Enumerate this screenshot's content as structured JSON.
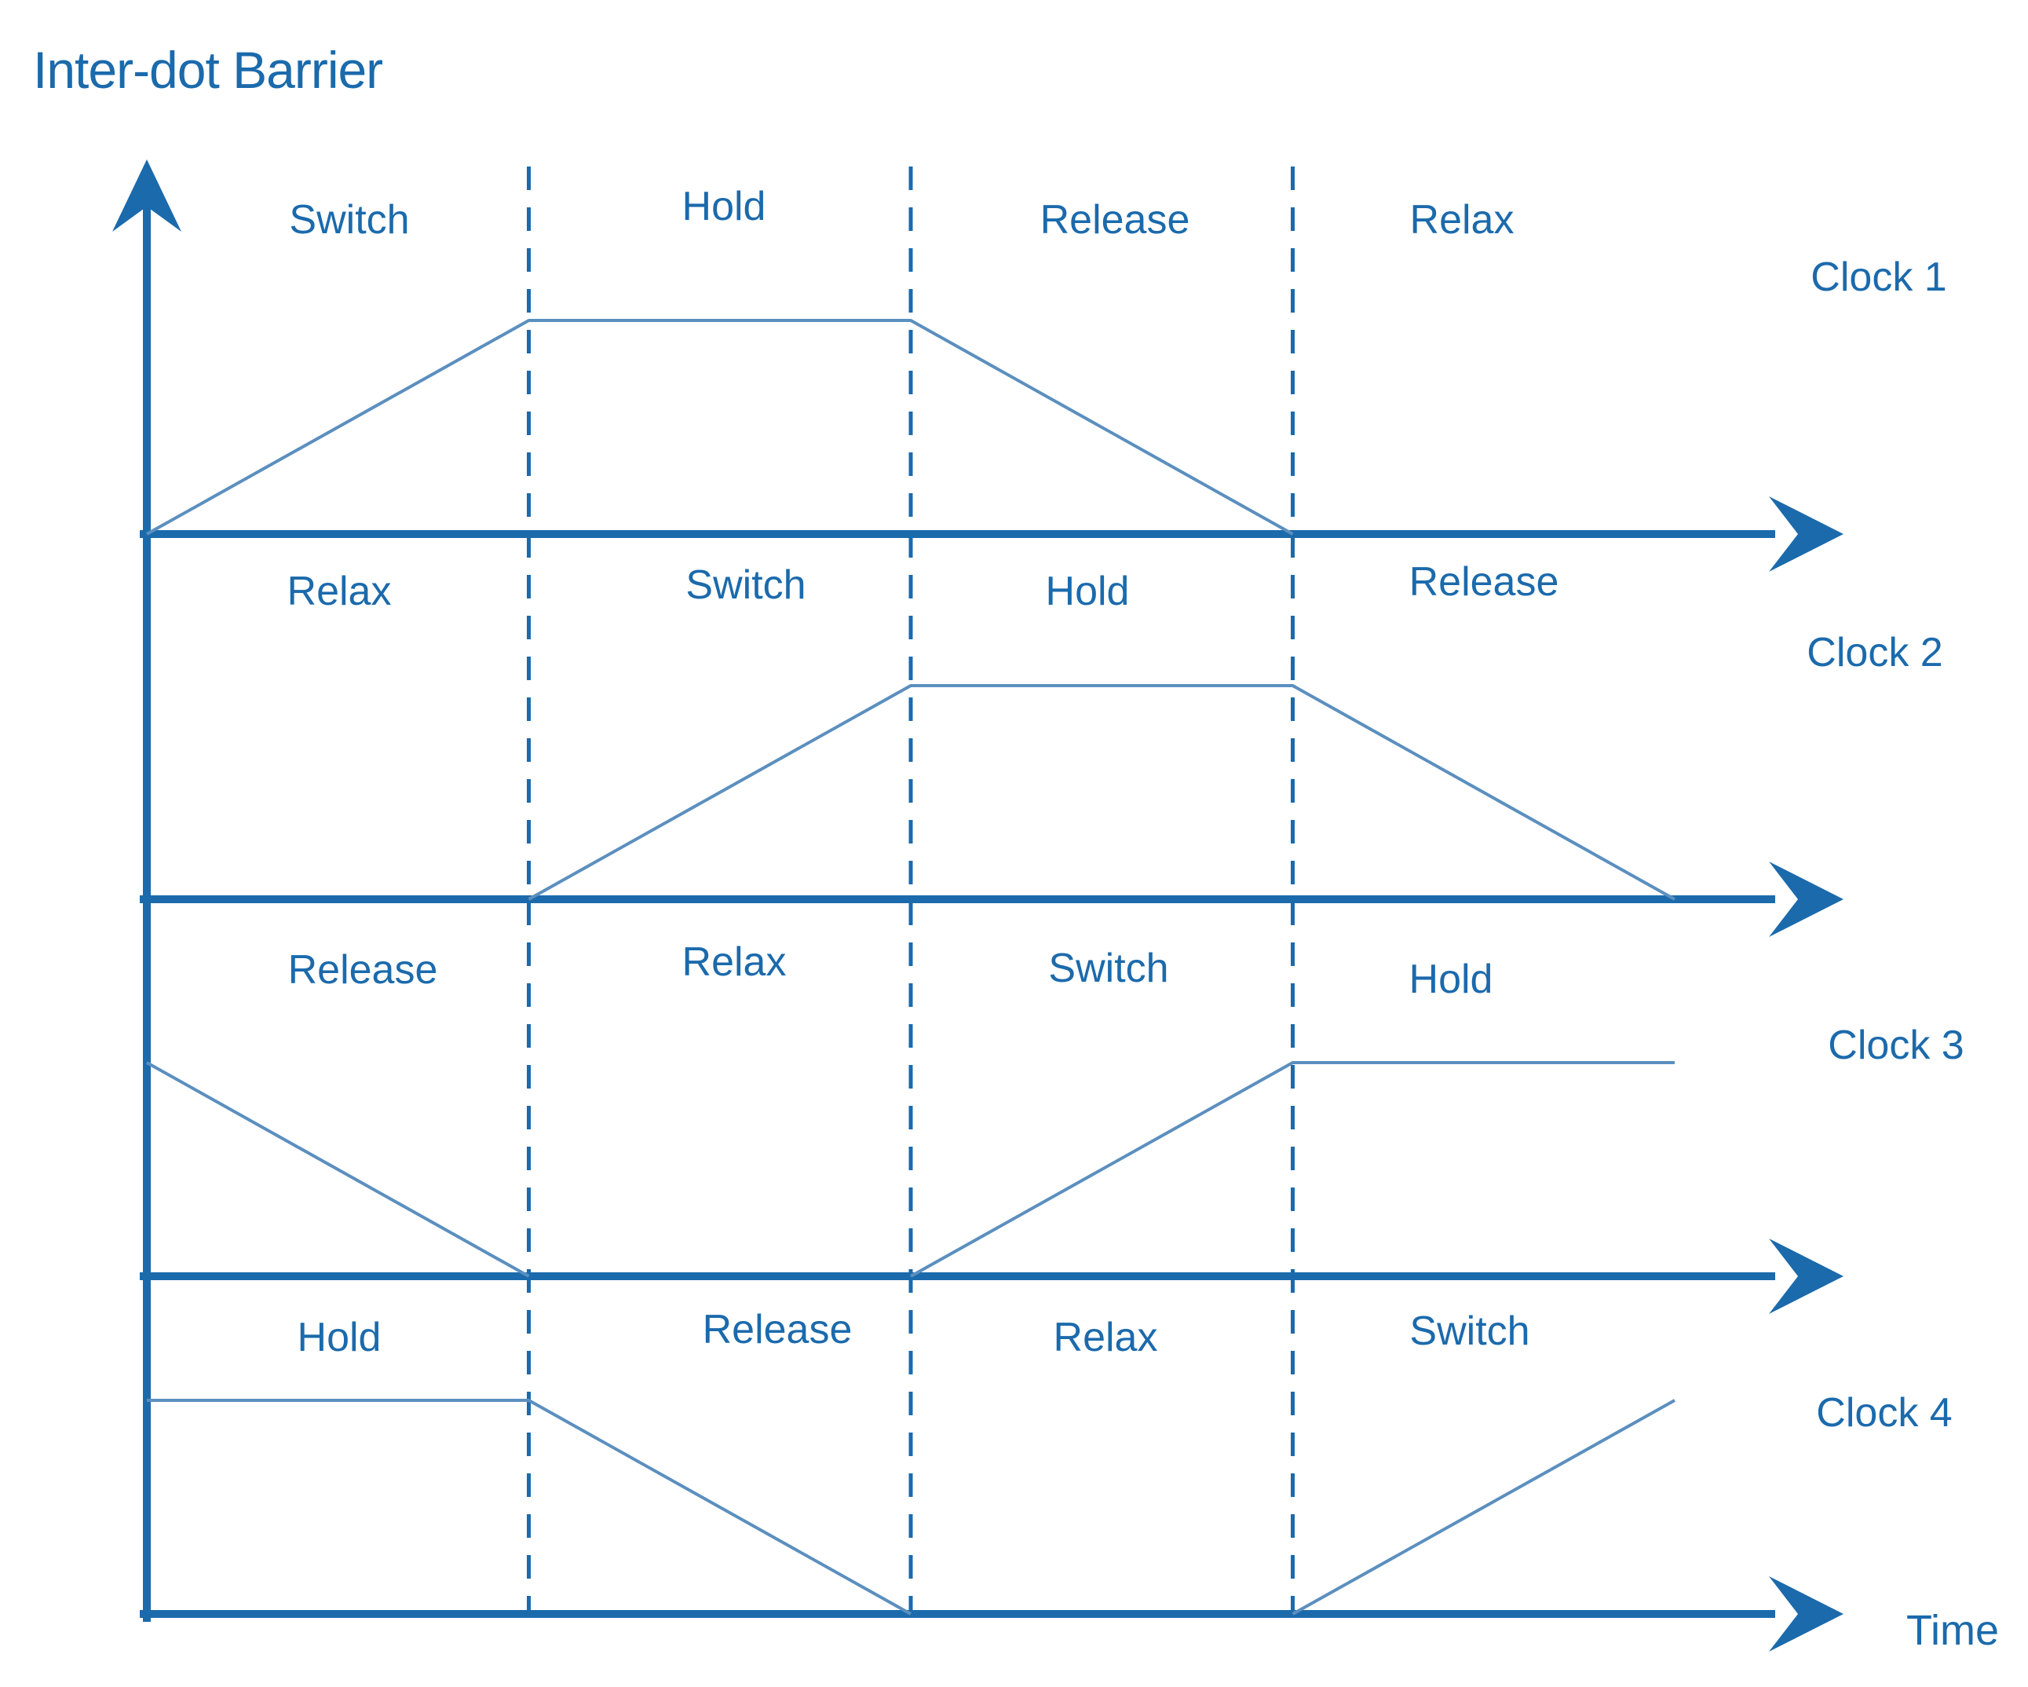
{
  "title": "Inter-dot Barrier",
  "x_axis_label": "Time",
  "colors": {
    "line": "#1b6aac",
    "waveform": "#5b8fbf",
    "text": "#1b6aac",
    "background": "#ffffff"
  },
  "phases_per_period": 4,
  "phase_cycle": [
    "Switch",
    "Hold",
    "Release",
    "Relax"
  ],
  "clocks": [
    {
      "label": "Clock 1",
      "phases": [
        "Switch",
        "Hold",
        "Release",
        "Relax"
      ],
      "waveform_segments": [
        [
          [
            0,
            0
          ],
          [
            1,
            1
          ],
          [
            2,
            1
          ],
          [
            3,
            0
          ]
        ]
      ]
    },
    {
      "label": "Clock 2",
      "phases": [
        "Relax",
        "Switch",
        "Hold",
        "Release"
      ],
      "waveform_segments": [
        [
          [
            1,
            0
          ],
          [
            2,
            1
          ],
          [
            3,
            1
          ],
          [
            4,
            0
          ]
        ]
      ]
    },
    {
      "label": "Clock 3",
      "phases": [
        "Release",
        "Relax",
        "Switch",
        "Hold"
      ],
      "waveform_segments": [
        [
          [
            0,
            1
          ],
          [
            1,
            0
          ]
        ],
        [
          [
            2,
            0
          ],
          [
            3,
            1
          ],
          [
            4,
            1
          ]
        ]
      ]
    },
    {
      "label": "Clock 4",
      "phases": [
        "Hold",
        "Release",
        "Relax",
        "Switch"
      ],
      "waveform_segments": [
        [
          [
            0,
            1
          ],
          [
            1,
            1
          ],
          [
            2,
            0
          ]
        ],
        [
          [
            3,
            0
          ],
          [
            4,
            1
          ]
        ]
      ]
    }
  ]
}
